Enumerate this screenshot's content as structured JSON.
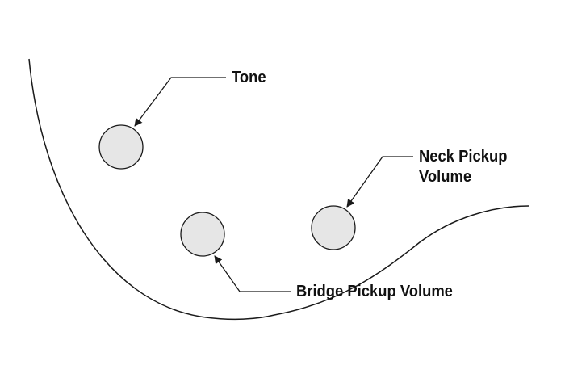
{
  "diagram": {
    "title": "Control knob layout",
    "labels": {
      "tone": "Tone",
      "neck_line1": "Neck Pickup",
      "neck_line2": "Volume",
      "bridge": "Bridge Pickup Volume"
    },
    "colors": {
      "knob_fill": "#e6e6e6",
      "stroke": "#1a1a1a",
      "text": "#111111",
      "background": "#ffffff"
    }
  }
}
